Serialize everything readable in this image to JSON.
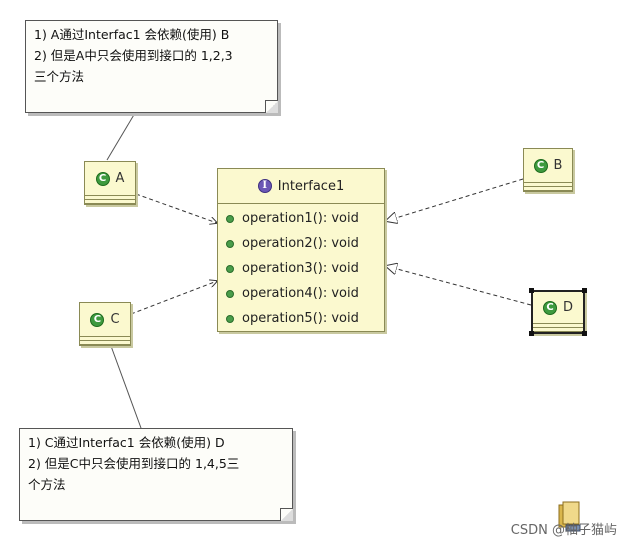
{
  "note_top": {
    "lines": [
      "1) A通过Interfac1 会依赖(使用) B",
      "2) 但是A中只会使用到接口的 1,2,3",
      "三个方法"
    ]
  },
  "note_bottom": {
    "lines": [
      "1) C通过Interfac1 会依赖(使用) D",
      "2) 但是C中只会使用到接口的 1,4,5三",
      "个方法"
    ]
  },
  "classes": {
    "a": {
      "icon": "C",
      "label": "A"
    },
    "b": {
      "icon": "C",
      "label": "B"
    },
    "c": {
      "icon": "C",
      "label": "C"
    },
    "d": {
      "icon": "C",
      "label": "D"
    }
  },
  "interface": {
    "icon": "I",
    "name": "Interface1",
    "operations": [
      "operation1(): void",
      "operation2(): void",
      "operation3(): void",
      "operation4(): void",
      "operation5(): void"
    ]
  },
  "watermark": "CSDN @柚子猫屿",
  "colors": {
    "class_fill": "#fbf9cf",
    "class_border": "#8a8a55",
    "method_dot": "#4a9d4a",
    "interface_icon": "#6b58b5"
  }
}
